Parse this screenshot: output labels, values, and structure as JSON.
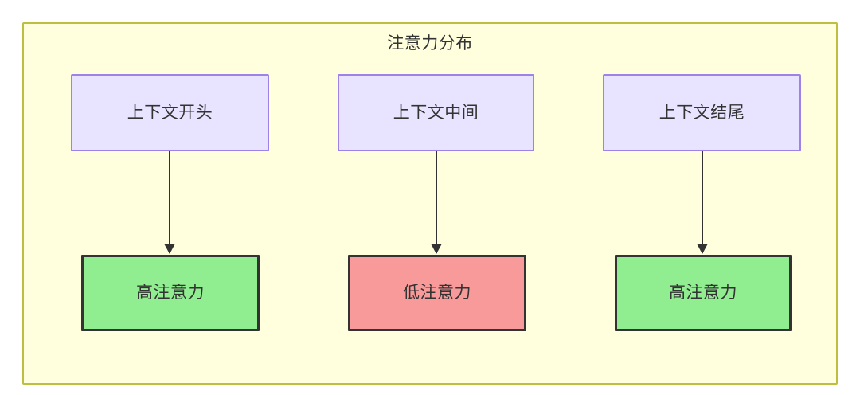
{
  "diagram": {
    "type": "flowchart",
    "container": {
      "title": "注意力分布",
      "fill_color": "#ffffdd",
      "border_color": "#bfbf3f"
    },
    "columns": [
      {
        "context_node": {
          "label": "上下文开头",
          "fill_color": "#e8e4ff",
          "border_color": "#9f82e8"
        },
        "outcome_node": {
          "label": "高注意力",
          "fill_color": "#90ee90",
          "border_color": "#333333",
          "state": "high"
        },
        "edge": {
          "marker": "arrowhead-down-icon"
        }
      },
      {
        "context_node": {
          "label": "上下文中间",
          "fill_color": "#e8e4ff",
          "border_color": "#9f82e8"
        },
        "outcome_node": {
          "label": "低注意力",
          "fill_color": "#f89a9a",
          "border_color": "#333333",
          "state": "low"
        },
        "edge": {
          "marker": "arrowhead-down-icon"
        }
      },
      {
        "context_node": {
          "label": "上下文结尾",
          "fill_color": "#e8e4ff",
          "border_color": "#9f82e8"
        },
        "outcome_node": {
          "label": "高注意力",
          "fill_color": "#90ee90",
          "border_color": "#333333",
          "state": "high"
        },
        "edge": {
          "marker": "arrowhead-down-icon"
        }
      }
    ]
  }
}
